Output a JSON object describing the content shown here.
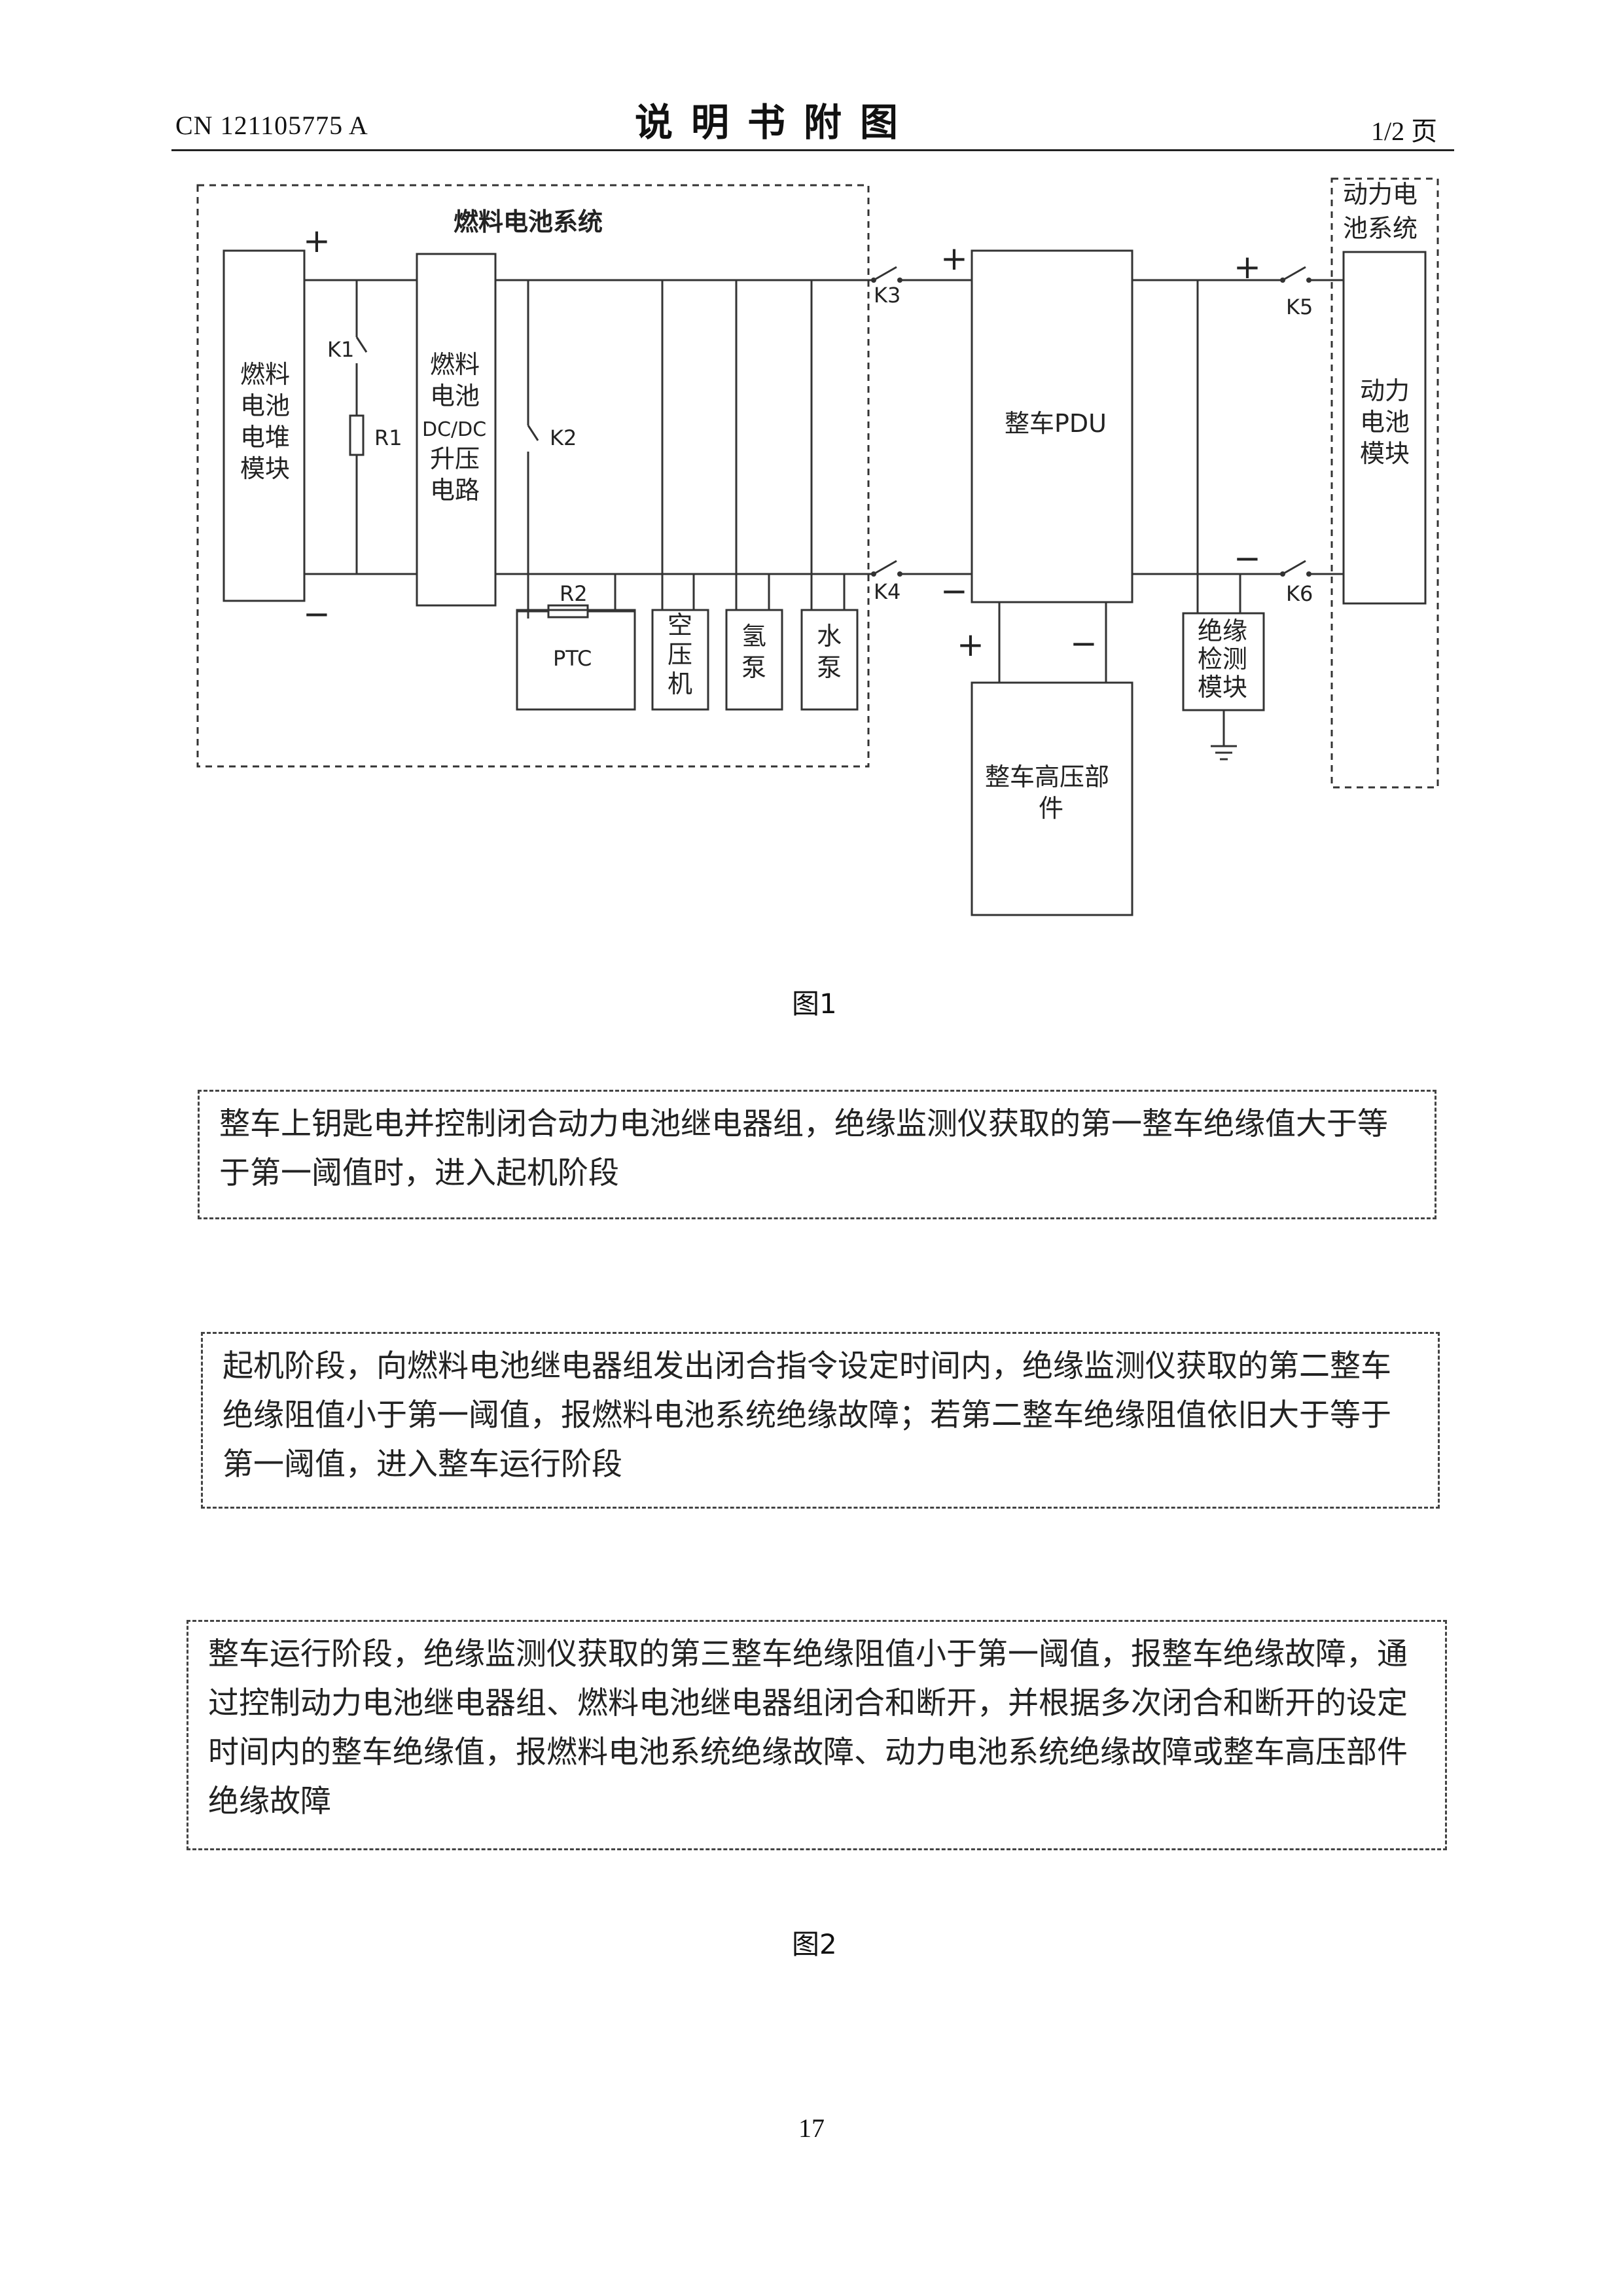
{
  "header": {
    "publication": "CN 121105775 A",
    "title": "说明书附图",
    "page_info": "1/2 页"
  },
  "figure1": {
    "caption": "图1",
    "fuel_cell_system_label": "燃料电池系统",
    "power_battery_system_label": [
      "动力电",
      "池系统"
    ],
    "stack_module": [
      "燃料",
      "电池",
      "电堆",
      "模块"
    ],
    "dcdc": [
      "燃料",
      "电池",
      "DC/DC",
      "升压",
      "电路"
    ],
    "pdu": "整车PDU",
    "battery_module": [
      "动力",
      "电池",
      "模块"
    ],
    "hv_parts": [
      "整车高压部",
      "件"
    ],
    "insulation_module": [
      "绝缘",
      "检测",
      "模块"
    ],
    "ptc": "PTC",
    "air_compressor": [
      "空",
      "压",
      "机"
    ],
    "hydrogen_pump": [
      "氢",
      "泵"
    ],
    "water_pump": [
      "水",
      "泵"
    ],
    "labels": {
      "k1": "K1",
      "k2": "K2",
      "k3": "K3",
      "k4": "K4",
      "k5": "K5",
      "k6": "K6",
      "r1": "R1",
      "r2": "R2"
    },
    "plus": "+",
    "minus": "−"
  },
  "figure2": {
    "caption": "图2",
    "step1": "整车上钥匙电并控制闭合动力电池继电器组，绝缘监测仪获取的第一整车绝缘值大于等于第一阈值时，进入起机阶段",
    "step2": "起机阶段，向燃料电池继电器组发出闭合指令设定时间内，绝缘监测仪获取的第二整车绝缘阻值小于第一阈值，报燃料电池系统绝缘故障；若第二整车绝缘阻值依旧大于等于第一阈值，进入整车运行阶段",
    "step3": "整车运行阶段，绝缘监测仪获取的第三整车绝缘阻值小于第一阈值，报整车绝缘故障，通过控制动力电池继电器组、燃料电池继电器组闭合和断开，并根据多次闭合和断开的设定时间内的整车绝缘值，报燃料电池系统绝缘故障、动力电池系统绝缘故障或整车高压部件绝缘故障"
  },
  "page_number": "17"
}
